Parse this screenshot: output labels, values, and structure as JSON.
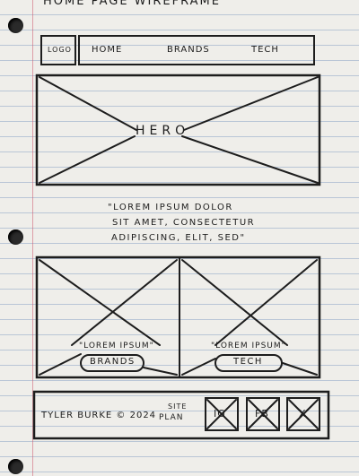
{
  "page_title": "Home Page Wireframe",
  "nav": {
    "logo": "LOGO",
    "items": [
      "HOME",
      "BRANDS",
      "TECH"
    ]
  },
  "hero": {
    "label": "HERO"
  },
  "intro": {
    "lines": [
      "\"Lorem Ipsum Dolor",
      "Sit amet, Consectetur",
      "Adipiscing, Elit, Sed\""
    ]
  },
  "cards": [
    {
      "quote": "\"LOREM IPSUM\"",
      "button": "BRANDS"
    },
    {
      "quote": "\"LOREM IPSUM\"",
      "button": "TECH"
    }
  ],
  "footer": {
    "credit": "TYLER BURKE © 2024",
    "site_plan": [
      "SITE",
      "PLAN"
    ],
    "social": [
      "IG",
      "FB",
      "X"
    ]
  }
}
